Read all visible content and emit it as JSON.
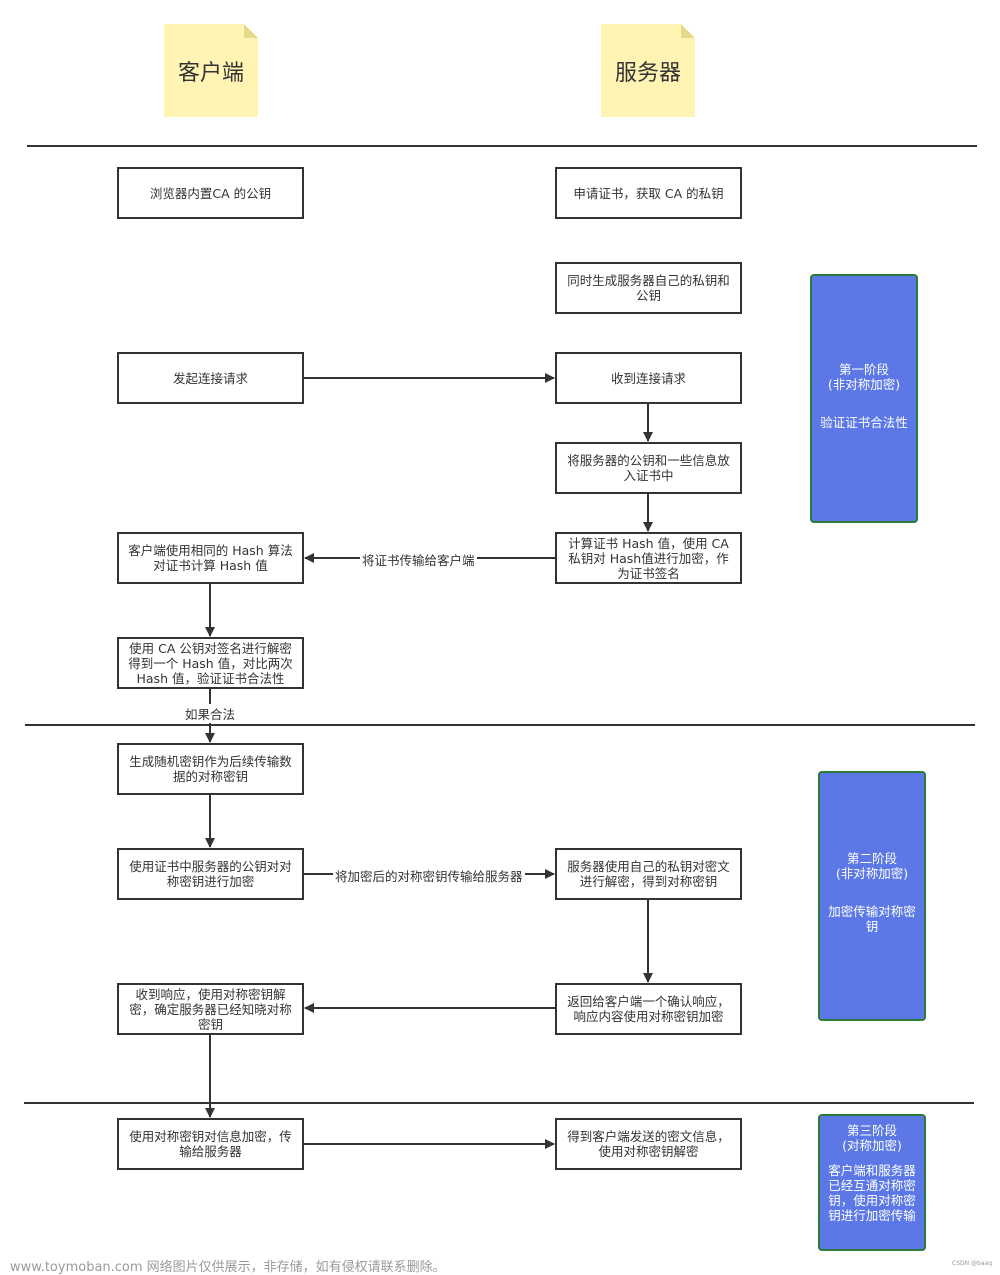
{
  "lanes": {
    "client": "客户端",
    "server": "服务器"
  },
  "boxes": {
    "c1": "浏览器内置CA 的公钥",
    "s1": "申请证书，获取 CA 的私钥",
    "s2": "同时生成服务器自己的私钥和\n公钥",
    "c2": "发起连接请求",
    "s3": "收到连接请求",
    "s4": "将服务器的公钥和一些信息放\n入证书中",
    "s5": "计算证书 Hash 值，使用 CA\n私钥对 Hash值进行加密，作\n为证书签名",
    "c3": "客户端使用相同的 Hash 算法\n对证书计算 Hash 值",
    "c4": "使用 CA 公钥对签名进行解密\n得到一个 Hash 值，对比两次\nHash 值，验证证书合法性",
    "c5": "生成随机密钥作为后续传输数\n据的对称密钥",
    "c6": "使用证书中服务器的公钥对对\n称密钥进行加密",
    "s6": "服务器使用自己的私钥对密文\n进行解密，得到对称密钥",
    "s7": "返回给客户端一个确认响应，\n响应内容使用对称密钥加密",
    "c7": "收到响应，使用对称密钥解\n密，确定服务器已经知晓对称\n密钥",
    "c8": "使用对称密钥对信息加密，传\n输给服务器",
    "s8": "得到客户端发送的密文信息，\n使用对称密钥解密"
  },
  "edge_labels": {
    "cert_transfer": "将证书传输给客户端",
    "if_valid": "如果合法",
    "send_key": "将加密后的对称密钥传输给服务器"
  },
  "stages": [
    {
      "title": "第一阶段\n(非对称加密)",
      "desc": "验证证书合法性"
    },
    {
      "title": "第二阶段\n(非对称加密)",
      "desc": "加密传输对称密\n钥"
    },
    {
      "title": "第三阶段\n(对称加密)",
      "desc": "客户端和服务器\n已经互通对称密\n钥，使用对称密\n钥进行加密传输"
    }
  ],
  "watermark": "www.toymoban.com 网络图片仅供展示，非存储，如有侵权请联系删除。",
  "watermark_small": "CSDN @baaq",
  "colors": {
    "stage_fill": "#5b78e6",
    "stage_border": "#2b7a3b",
    "note_fill": "#fff4b3"
  }
}
